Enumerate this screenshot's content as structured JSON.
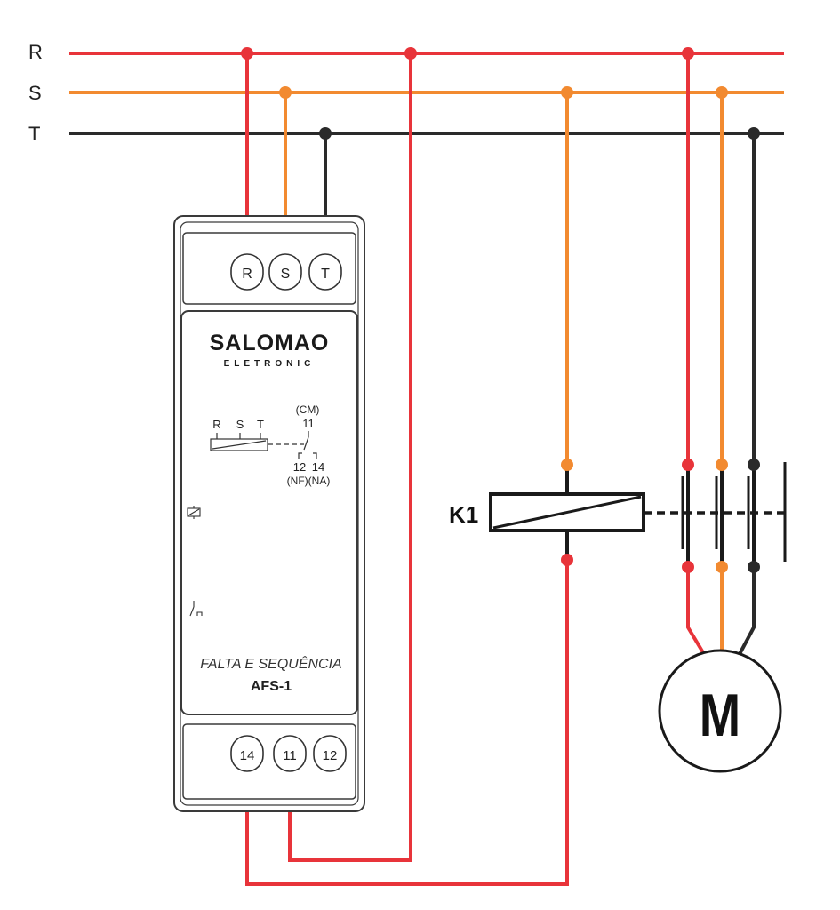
{
  "colors": {
    "r": "#e8343a",
    "s": "#f28a30",
    "t": "#2a2a2a",
    "outline": "#3a3a3a",
    "background": "#ffffff"
  },
  "bus_labels": {
    "r": "R",
    "s": "S",
    "t": "T"
  },
  "relay": {
    "brand": "SALOMAO",
    "brand_sub": "ELETRONIC",
    "top_terminals": [
      "R",
      "S",
      "T"
    ],
    "bottom_terminals": [
      "14",
      "11",
      "12"
    ],
    "symbol": {
      "cm": "(CM)",
      "t11": "11",
      "r": "R",
      "s": "S",
      "t": "T",
      "t12": "12",
      "t14": "14",
      "nfna": "(NF)(NA)"
    },
    "function_text": "FALTA E SEQUÊNCIA",
    "model": "AFS-1"
  },
  "contactor": {
    "label": "K1"
  },
  "motor": {
    "label": "M"
  }
}
